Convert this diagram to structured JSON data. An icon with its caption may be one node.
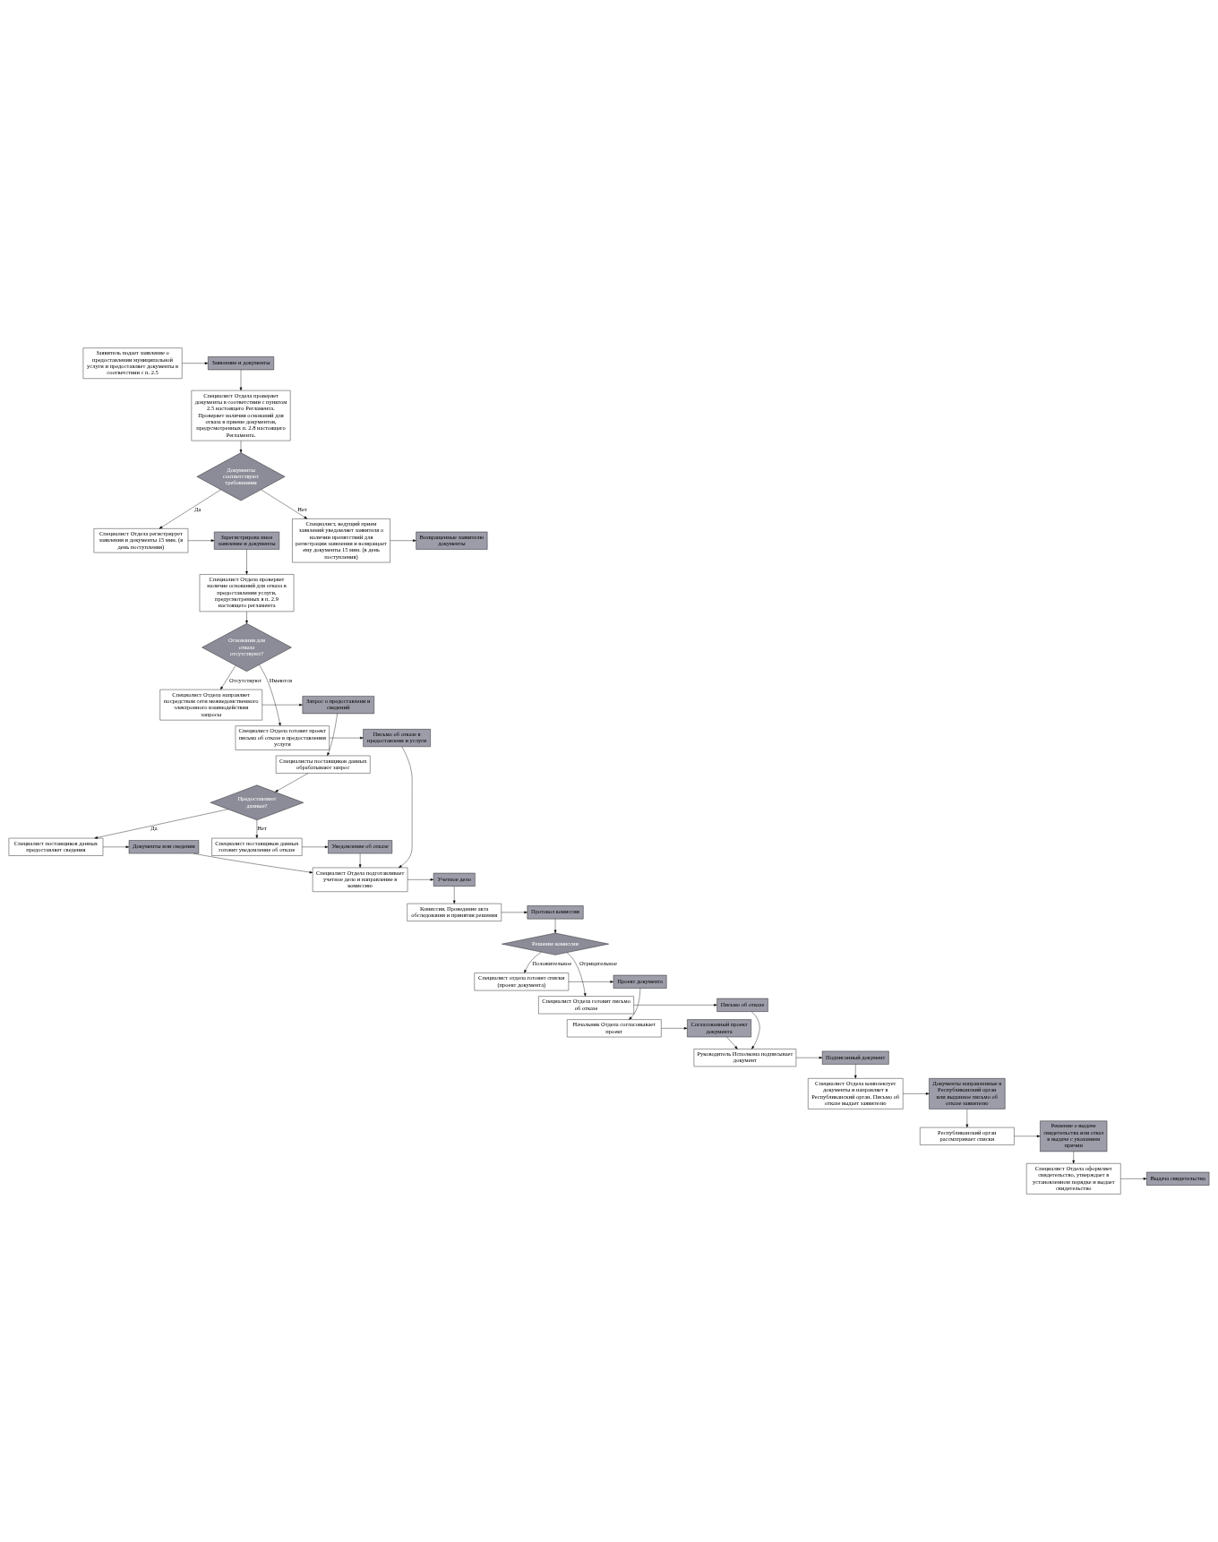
{
  "diagram": {
    "nodes": [
      {
        "text": [
          "Заявитель подает заявление о предоставлении муниципальной услуги и предоставляет документы в соответствии с п. 2.5"
        ]
      },
      {
        "text": [
          "Заявление и документы"
        ]
      },
      {
        "text": [
          "Специалист Отдела проверяет документы в соответствии с пунктом 2.5 настоящего Регламента. Проверяет наличия оснований для отказа в приеме документов, предусмотренных п. 2.8 настоящего Регламента."
        ]
      },
      {
        "text": [
          "Документы соответствуют требованиям"
        ]
      },
      {
        "text": [
          "Специалист Отдела регистрирует заявления и документы 15 мин. (в день поступления)"
        ]
      },
      {
        "text": [
          "Специалист, ведущий прием заявлений уведомляет заявителя о наличии препятствий для регистрации заявления и возвращает ему документы 15 мин. (в день поступления)"
        ]
      },
      {
        "text": [
          "Возвращенные заявителю документы"
        ]
      },
      {
        "text": [
          "Зарегистрирова нное заявление и документы"
        ]
      },
      {
        "text": [
          "Специалист Отдела проверяет наличие оснований для отказа в предоставлении услуги, предусмотренных в п. 2.9 настоящего регламента"
        ]
      },
      {
        "text": [
          "Основания для отказа отсутствуют?"
        ]
      },
      {
        "text": [
          "Специалист Отдела направляет посредством сети межведомственного электронного взаимодействия запросы"
        ]
      },
      {
        "text": [
          "Специалист Отдела готовит проект письма об отказе в предоставлении услуги"
        ]
      },
      {
        "text": [
          "Письмо об отказе в предоставлени и услуги"
        ]
      },
      {
        "text": [
          "Запрос о предоставлени и сведений"
        ]
      },
      {
        "text": [
          "Специалисты поставщиков данных обрабатывают запрос"
        ]
      },
      {
        "text": [
          "Предоставляют данные?"
        ]
      },
      {
        "text": [
          "Специалист поставщиков данных предоставляет сведения"
        ]
      },
      {
        "text": [
          "Специалист поставщиков данных готовит уведомление об отказе"
        ]
      },
      {
        "text": [
          "Документы или сведения"
        ]
      },
      {
        "text": [
          "Уведомление об отказе"
        ]
      },
      {
        "text": [
          "Специалист Отдела подготавливает учетное дело и направление в комиссию"
        ]
      },
      {
        "text": [
          "Учетное дело"
        ]
      },
      {
        "text": [
          "Комиссия. Проведение акта обследования и принятия решения"
        ]
      },
      {
        "text": [
          "Протокол комиссии"
        ]
      },
      {
        "text": [
          "Решение комиссии"
        ]
      },
      {
        "text": [
          "Специалист отдела готовит списки (проект документа)"
        ]
      },
      {
        "text": [
          "Специалист Отдела готовит письмо об отказе"
        ]
      },
      {
        "text": [
          "Письмо об отказе"
        ]
      },
      {
        "text": [
          "Проект документа"
        ]
      },
      {
        "text": [
          "Начальник Отдела согласовывает проект"
        ]
      },
      {
        "text": [
          "Согласованный проект документа"
        ]
      },
      {
        "text": [
          "Руководитель Исполкома подписывает документ"
        ]
      },
      {
        "text": [
          "Подписанный документ"
        ]
      },
      {
        "text": [
          "Специалист Отдела комплектует документы и направляет в Республиканский орган. Письмо об отказе выдает заявителю"
        ]
      },
      {
        "text": [
          "Документы направленные в Республиканский орган или выданное письмо об отказе заявителю"
        ]
      },
      {
        "text": [
          "Республиканский орган рассматривает списки"
        ]
      },
      {
        "text": [
          "Решение о выдаче свидетельства или отказ в выдаче с указанием причин"
        ]
      },
      {
        "text": [
          "Специалист Отдела оформляет свидетельство, утверждает в установленном порядке и выдает свидетельство"
        ]
      },
      {
        "text": [
          "Выдача свидетельства"
        ]
      }
    ],
    "edges": [
      {
        "from": 0,
        "to": 1,
        "arrow": "to"
      },
      {
        "from": 1,
        "to": 2,
        "arrow": "to"
      },
      {
        "from": 2,
        "to": 3,
        "arrow": "to"
      },
      {
        "from": 3,
        "to": 4,
        "arrow": "to",
        "label": "Да"
      },
      {
        "from": 3,
        "to": 5,
        "arrow": "to",
        "label": "Нет"
      },
      {
        "from": 5,
        "to": 6,
        "arrow": "to"
      },
      {
        "from": 4,
        "to": 7,
        "arrow": "to"
      },
      {
        "from": 7,
        "to": 8,
        "arrow": "to"
      },
      {
        "from": 8,
        "to": 9,
        "arrow": "to"
      },
      {
        "from": 9,
        "to": 10,
        "arrow": "to",
        "label": "Отсутствуют"
      },
      {
        "from": 9,
        "to": 11,
        "arrow": "to",
        "label": "Имеются"
      },
      {
        "from": 11,
        "to": 12,
        "arrow": "to"
      },
      {
        "from": 10,
        "to": 13,
        "arrow": "to"
      },
      {
        "from": 13,
        "to": 14,
        "arrow": "to"
      },
      {
        "from": 14,
        "to": 15,
        "arrow": "to"
      },
      {
        "from": 15,
        "to": 16,
        "arrow": "to",
        "label": "Да"
      },
      {
        "from": 15,
        "to": 17,
        "arrow": "to",
        "label": "Нет"
      },
      {
        "from": 16,
        "to": 18,
        "arrow": "to"
      },
      {
        "from": 17,
        "to": 19,
        "arrow": "to"
      },
      {
        "from": 18,
        "to": 20,
        "arrow": "to"
      },
      {
        "from": 19,
        "to": 20,
        "arrow": "to"
      },
      {
        "from": 12,
        "to": 20,
        "arrow": "to"
      },
      {
        "from": 20,
        "to": 21,
        "arrow": "to"
      },
      {
        "from": 21,
        "to": 22,
        "arrow": "to"
      },
      {
        "from": 22,
        "to": 23,
        "arrow": "to"
      },
      {
        "from": 23,
        "to": 24,
        "arrow": "to"
      },
      {
        "from": 24,
        "to": 25,
        "arrow": "to",
        "label": "Положительное"
      },
      {
        "from": 24,
        "to": 26,
        "arrow": "to",
        "label": "Отрицательное"
      },
      {
        "from": 26,
        "to": 27,
        "arrow": "to"
      },
      {
        "from": 25,
        "to": 28,
        "arrow": "to"
      },
      {
        "from": 28,
        "to": 29,
        "arrow": "to"
      },
      {
        "from": 29,
        "to": 30,
        "arrow": "to"
      },
      {
        "from": 30,
        "to": 31,
        "arrow": "to"
      },
      {
        "from": 27,
        "to": 31,
        "arrow": "to"
      },
      {
        "from": 31,
        "to": 32,
        "arrow": "to"
      },
      {
        "from": 32,
        "to": 33,
        "arrow": "to"
      },
      {
        "from": 33,
        "to": 34,
        "arrow": "to"
      },
      {
        "from": 34,
        "to": 35,
        "arrow": "to"
      },
      {
        "from": 35,
        "to": 36,
        "arrow": "to"
      },
      {
        "from": 36,
        "to": 37,
        "arrow": "to"
      },
      {
        "from": 37,
        "to": 38,
        "arrow": "to"
      }
    ]
  }
}
